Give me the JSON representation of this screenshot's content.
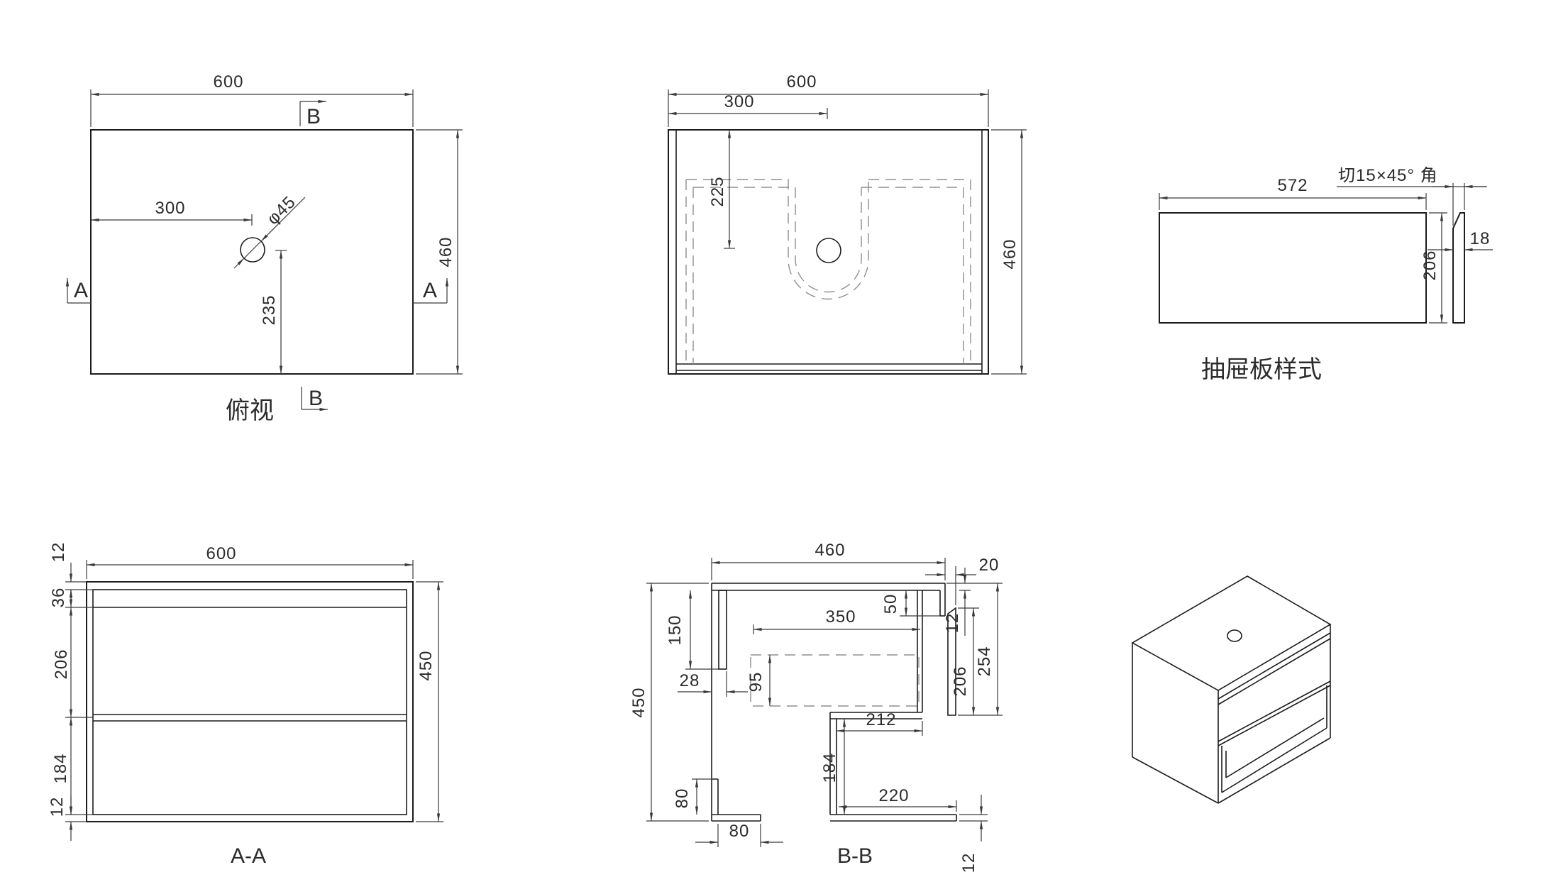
{
  "page": {
    "background": "#ffffff",
    "line_color": "#1c1c1c",
    "dim_color": "#3a3a3a",
    "hidden_line_color": "#8f8f8f"
  },
  "views": {
    "top": {
      "label": "俯视",
      "marker_a": "A",
      "marker_b": "B",
      "width": "600",
      "height": "460",
      "hole_offset_x": "300",
      "hole_offset_y": "235",
      "hole_diameter": "φ45"
    },
    "front": {
      "width": "600",
      "center_offset": "300",
      "cutout_depth": "225",
      "height": "460"
    },
    "drawer": {
      "label": "抽屉板样式",
      "note": "切15×45° 角",
      "width": "572",
      "height": "206",
      "thickness": "18"
    },
    "aa": {
      "label": "A-A",
      "width": "600",
      "height": "450",
      "top_thickness": "12",
      "rail_height": "36",
      "drawer_height": "206",
      "shelf_height": "184",
      "bottom_thickness": "12"
    },
    "bb": {
      "label": "B-B",
      "depth": "460",
      "height": "450",
      "front_gap": "20",
      "lip_drop": "50",
      "panel_thickness": "12",
      "rail_drop": "150",
      "drawer_depth": "350",
      "drawer_box_height": "95",
      "back_gap": "28",
      "front_height": "206",
      "front_total_height": "254",
      "shelf_depth": "212",
      "shelf_drop": "184",
      "bottom_depth": "220",
      "bracket_height": "80",
      "bracket_depth": "80",
      "bottom_thickness": "12"
    }
  }
}
